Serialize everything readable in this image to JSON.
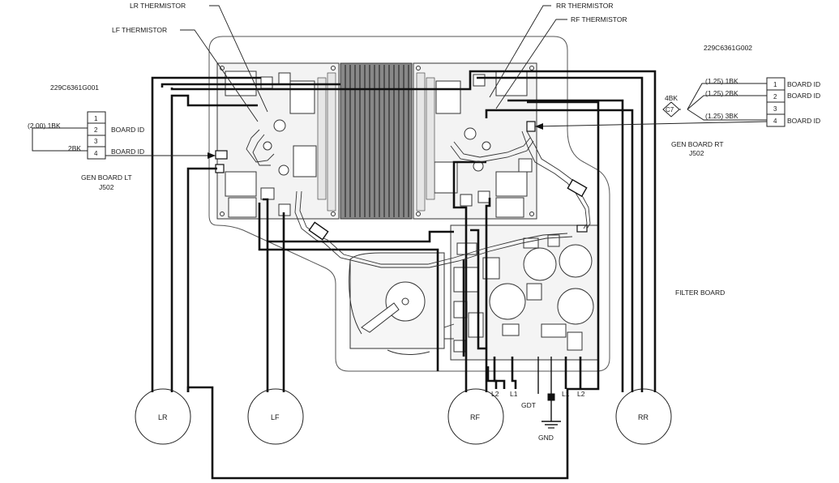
{
  "callouts": {
    "lr_thermistor": "LR THERMISTOR",
    "lf_thermistor": "LF THERMISTOR",
    "rr_thermistor": "RR THERMISTOR",
    "rf_thermistor": "RF THERMISTOR"
  },
  "left_board": {
    "part_number": "229C6361G001",
    "name": "GEN BOARD LT",
    "connector": "J502",
    "connector_pins": [
      "1",
      "2",
      "3",
      "4"
    ],
    "wire_1": "(2.00)  1BK",
    "wire_2": "2BK",
    "board_id_pin2": "BOARD ID",
    "board_id_pin4": "BOARD ID"
  },
  "right_board": {
    "part_number": "229C6361G002",
    "name": "GEN BOARD RT",
    "connector": "J502",
    "connector_pins": [
      "1",
      "2",
      "3",
      "4"
    ],
    "wire_1": "(1.25)  1BK",
    "wire_2": "(1.25)  2BK",
    "wire_3": "(1.25)  3BK",
    "board_id_pin1": "BOARD ID",
    "board_id_pin2": "BOARD ID",
    "board_id_pin4": "BOARD ID",
    "splice_wire": "4BK",
    "splice_id": "C7"
  },
  "filter_board": {
    "name": "FILTER BOARD",
    "terminal_l2_left": "L2",
    "terminal_l1_left": "L1",
    "terminal_gdt": "GDT",
    "terminal_l1_right": "L1",
    "terminal_l2_right": "L2",
    "ground": "GND"
  },
  "burners": {
    "lr": "LR",
    "lf": "LF",
    "rf": "RF",
    "rr": "RR"
  }
}
